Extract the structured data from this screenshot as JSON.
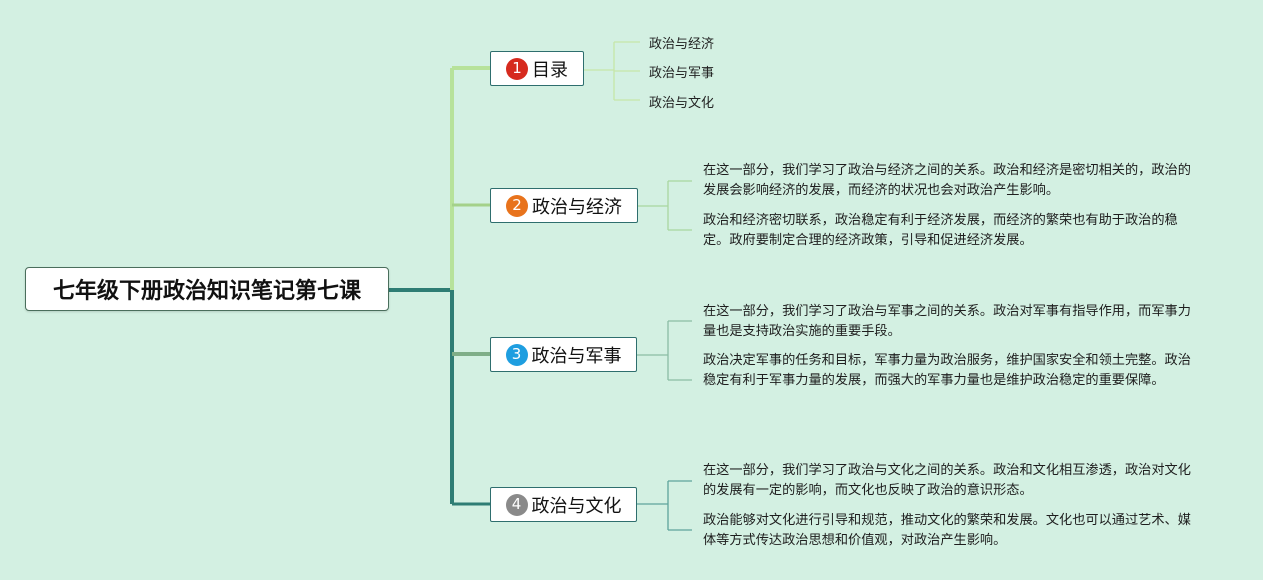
{
  "root": {
    "title": "七年级下册政治知识笔记第七课"
  },
  "branches": [
    {
      "number": "1",
      "label": "目录",
      "badge_color": "#d62a1e",
      "items": [
        "政治与经济",
        "政治与军事",
        "政治与文化"
      ]
    },
    {
      "number": "2",
      "label": "政治与经济",
      "badge_color": "#e8731c",
      "items": [
        "在这一部分，我们学习了政治与经济之间的关系。政治和经济是密切相关的，政治的发展会影响经济的发展，而经济的状况也会对政治产生影响。",
        "政治和经济密切联系，政治稳定有利于经济发展，而经济的繁荣也有助于政治的稳定。政府要制定合理的经济政策，引导和促进经济发展。"
      ]
    },
    {
      "number": "3",
      "label": "政治与军事",
      "badge_color": "#1e9ee0",
      "items": [
        "在这一部分，我们学习了政治与军事之间的关系。政治对军事有指导作用，而军事力量也是支持政治实施的重要手段。",
        "政治决定军事的任务和目标，军事力量为政治服务，维护国家安全和领土完整。政治稳定有利于军事力量的发展，而强大的军事力量也是维护政治稳定的重要保障。"
      ]
    },
    {
      "number": "4",
      "label": "政治与文化",
      "badge_color": "#8a8a8a",
      "items": [
        "在这一部分，我们学习了政治与文化之间的关系。政治和文化相互渗透，政治对文化的发展有一定的影响，而文化也反映了政治的意识形态。",
        "政治能够对文化进行引导和规范，推动文化的繁荣和发展。文化也可以通过艺术、媒体等方式传达政治思想和价值观，对政治产生影响。"
      ]
    }
  ],
  "colors": {
    "background": "#d3f0e2",
    "trunk": "#2e7d74",
    "branch1_line": "#b7e29a",
    "branch2_line": "#a4d18a",
    "branch3_line": "#7fae88",
    "branch4_line": "#2e7d74"
  }
}
